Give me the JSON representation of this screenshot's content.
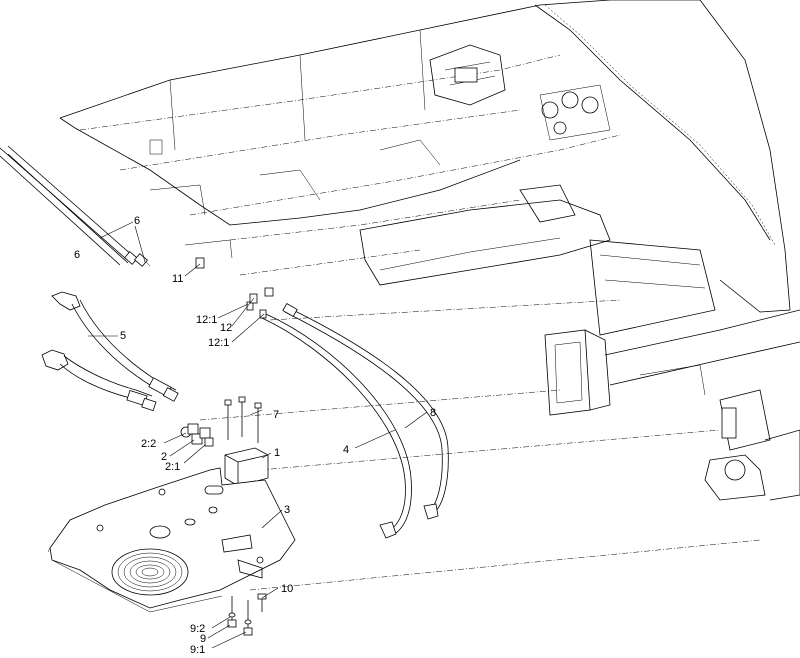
{
  "callouts": {
    "c6a": "6",
    "c6b": "6",
    "c11": "11",
    "c12_1a": "12:1",
    "c12": "12",
    "c12_1b": "12:1",
    "c5": "5",
    "c7": "7",
    "c8": "8",
    "c2_2": "2:2",
    "c2": "2",
    "c2_1": "2:1",
    "c1": "1",
    "c4": "4",
    "c3": "3",
    "c10": "10",
    "c9_2": "9:2",
    "c9": "9",
    "c9_1": "9:1"
  }
}
